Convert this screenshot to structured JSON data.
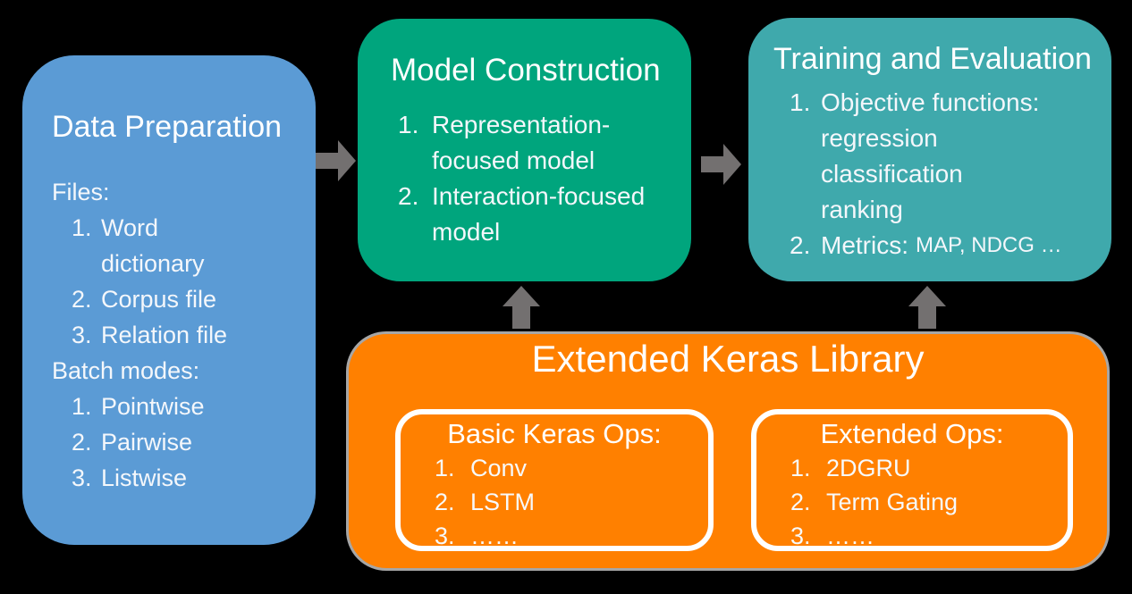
{
  "canvas": {
    "background": "#000000",
    "text_color": "#FFFFFF"
  },
  "data_preparation": {
    "title": "Data Preparation",
    "fill": "#5B9BD5",
    "lines": [
      {
        "marker": "",
        "text": "Files:"
      },
      {
        "marker": "1.",
        "text": "Word"
      },
      {
        "marker": "",
        "text": "dictionary"
      },
      {
        "marker": "2.",
        "text": "Corpus file"
      },
      {
        "marker": "3.",
        "text": "Relation file"
      },
      {
        "marker": "",
        "text": "Batch modes:"
      },
      {
        "marker": "1.",
        "text": "Pointwise"
      },
      {
        "marker": "2.",
        "text": "Pairwise"
      },
      {
        "marker": "3.",
        "text": "Listwise"
      }
    ]
  },
  "model_construction": {
    "title": "Model Construction",
    "fill": "#00A57D",
    "lines": [
      {
        "marker": "1.",
        "text": "Representation-"
      },
      {
        "marker": "",
        "text": "focused model"
      },
      {
        "marker": "2.",
        "text": "Interaction-focused"
      },
      {
        "marker": "",
        "text": "model"
      }
    ]
  },
  "training_evaluation": {
    "title": "Training and Evaluation",
    "fill": "#3FA9AC",
    "lines": [
      {
        "marker": "1.",
        "text": "Objective functions:"
      },
      {
        "marker": "",
        "text": "regression"
      },
      {
        "marker": "",
        "text": "classification"
      },
      {
        "marker": "",
        "text": "ranking"
      },
      {
        "marker": "2.",
        "text": "Metrics:",
        "detail": "MAP, NDCG …"
      }
    ]
  },
  "keras_library": {
    "title": "Extended Keras Library",
    "fill": "#FF8000",
    "border_color": "#A6A6A6",
    "basic_ops": {
      "title": "Basic Keras Ops:",
      "items": [
        {
          "marker": "1.",
          "text": "Conv"
        },
        {
          "marker": "2.",
          "text": "LSTM"
        },
        {
          "marker": "3.",
          "text": "……"
        }
      ]
    },
    "extended_ops": {
      "title": "Extended Ops:",
      "items": [
        {
          "marker": "1.",
          "text": "2DGRU"
        },
        {
          "marker": "2.",
          "text": "Term Gating"
        },
        {
          "marker": "3.",
          "text": "……"
        }
      ]
    }
  },
  "arrows": {
    "color": "#737070"
  }
}
